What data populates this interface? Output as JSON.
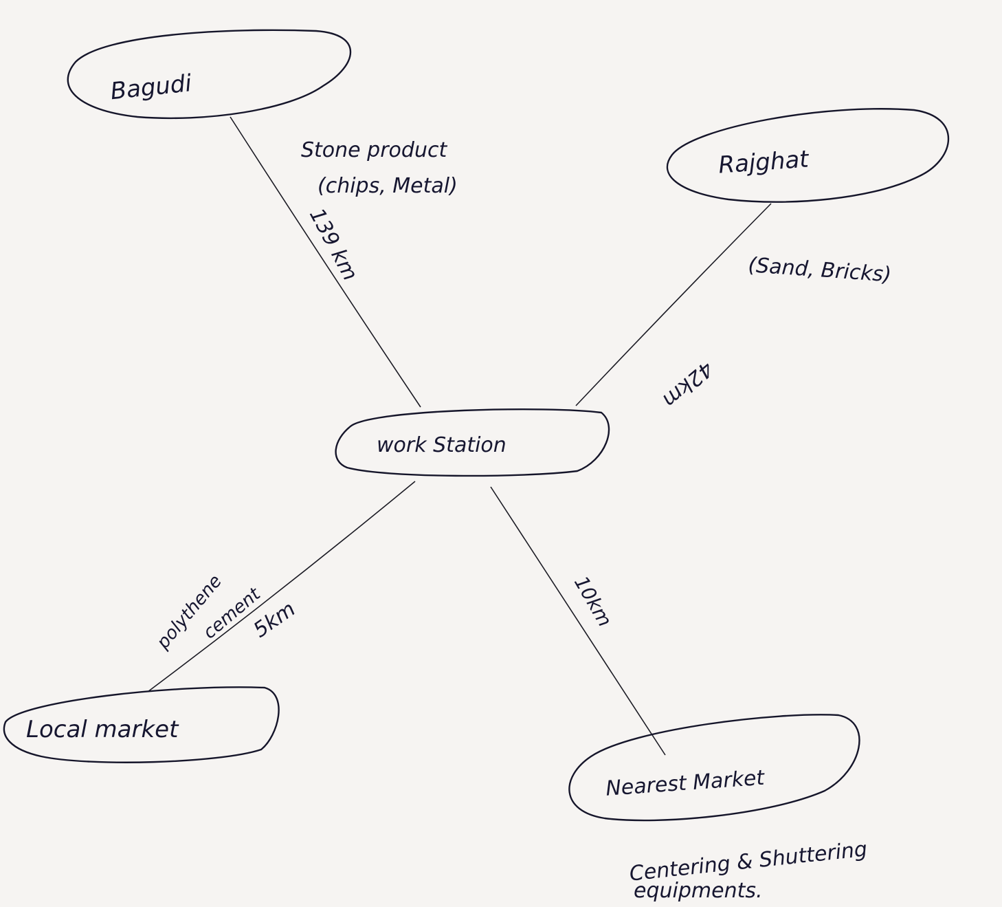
{
  "nodes": {
    "bagudi": "Bagudi",
    "rajghat": "Rajghat",
    "work_station": "work Station",
    "local_market": "Local market",
    "nearest_market": "Nearest Market"
  },
  "edges": {
    "bagudi": {
      "material_line1": "Stone product",
      "material_line2": "(chips, Metal)",
      "distance": "139 km"
    },
    "rajghat": {
      "material": "(Sand, Bricks)",
      "distance": "42km"
    },
    "local_market": {
      "material_line1": "polythene",
      "material_line2": "cement",
      "distance": "5km"
    },
    "nearest_market": {
      "distance": "10km"
    }
  },
  "notes": {
    "nearest_market_line1": "Centering & Shuttering",
    "nearest_market_line2": "equipments."
  }
}
